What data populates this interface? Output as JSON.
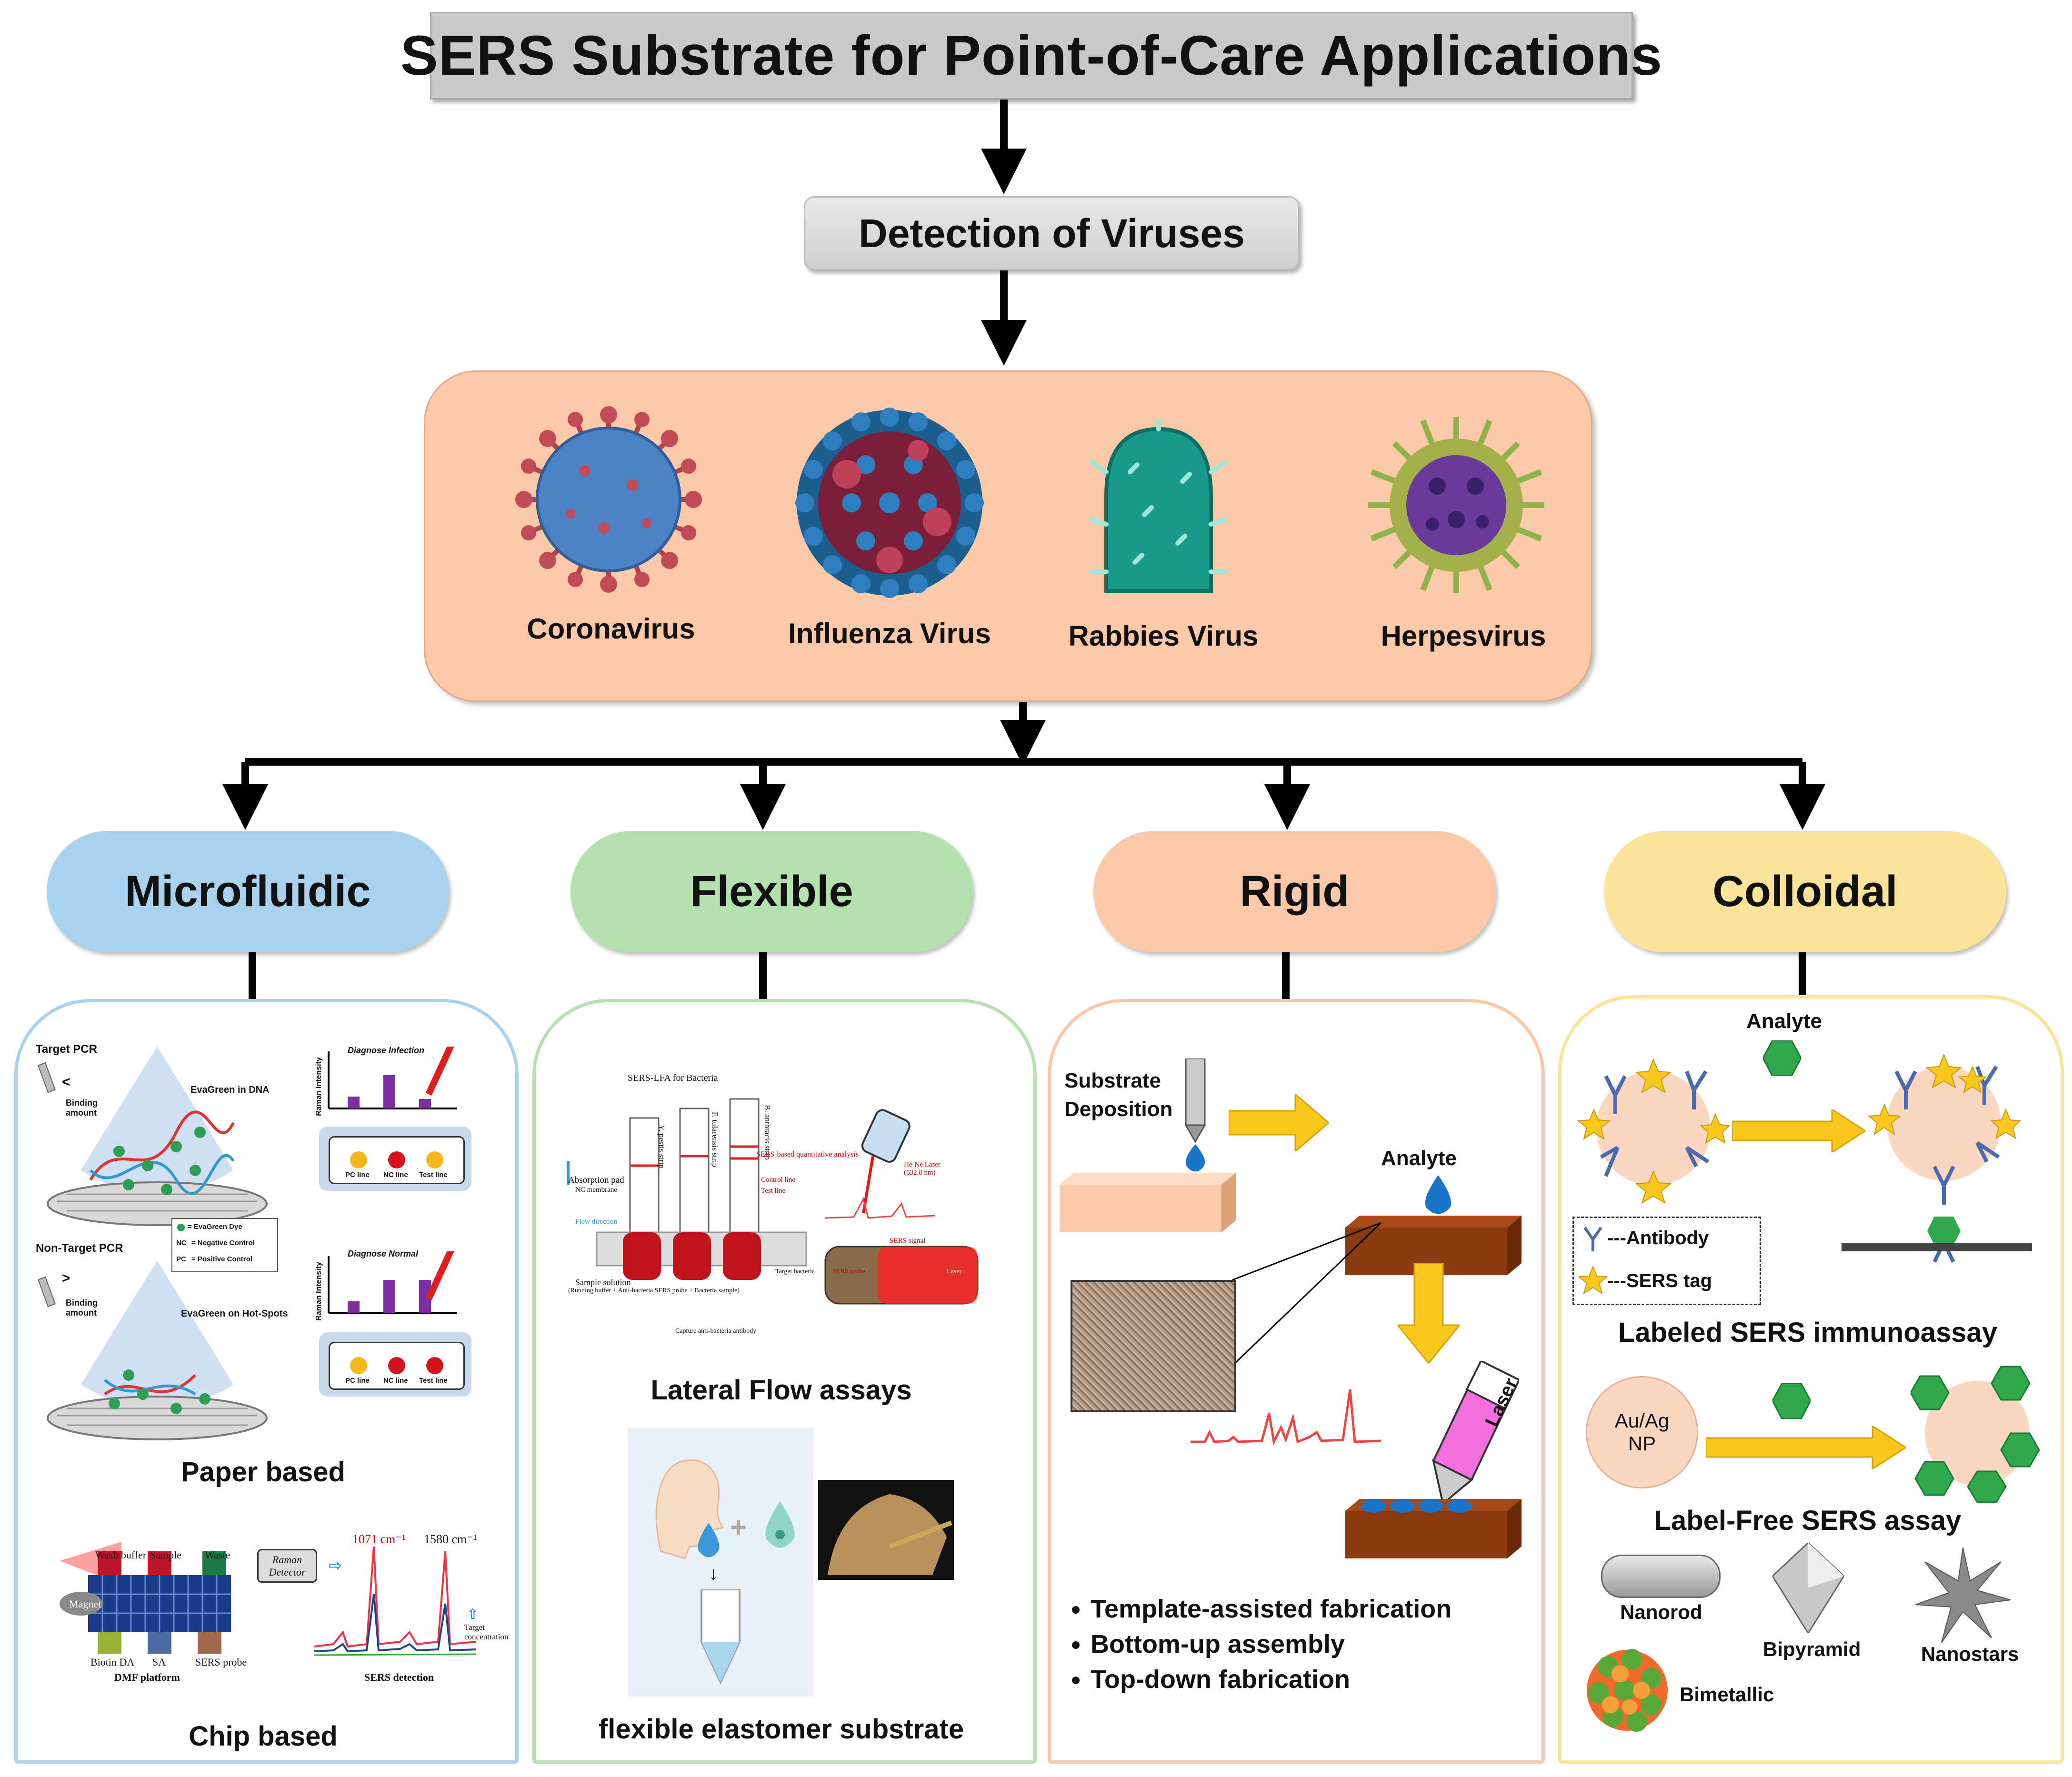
{
  "title": "SERS Substrate for Point-of-Care Applications",
  "subtitle": "Detection of Viruses",
  "viruses": [
    {
      "label": "Coronavirus"
    },
    {
      "label": "Influenza Virus"
    },
    {
      "label": "Rabbies Virus"
    },
    {
      "label": "Herpesvirus"
    }
  ],
  "categories": [
    {
      "label": "Microfluidic",
      "color": "#a9d2ef"
    },
    {
      "label": "Flexible",
      "color": "#b5e0b0"
    },
    {
      "label": "Rigid",
      "color": "#fbc9a8"
    },
    {
      "label": "Colloidal",
      "color": "#fbe39a"
    }
  ],
  "microfluidic": {
    "paper_label": "Paper based",
    "chip_label": "Chip based",
    "target_pcr": "Target PCR",
    "non_target_pcr": "Non-Target PCR",
    "binding_amount": "Binding amount",
    "evagreen_dna": "EvaGreen in DNA",
    "evagreen_hotspots": "EvaGreen on Hot-Spots",
    "legend_dye": "= EvaGreen Dye",
    "legend_nc": "= Negative Control",
    "legend_pc": "= Positive Control",
    "nc": "NC",
    "pc": "PC",
    "diagnose_infection": "Diagnose Infection",
    "diagnose_normal": "Diagnose Normal",
    "raman_intensity": "Raman Intensity",
    "laser": "Laser",
    "pc_line": "PC line",
    "nc_line": "NC line",
    "test_line": "Test line",
    "wash_buffer": "Wash buffer",
    "sample": "Sample",
    "waste": "Waste",
    "magnet": "Magnet",
    "biotin_da": "Biotin DA",
    "sa": "SA",
    "sers_probe": "SERS probe",
    "dmf_platform": "DMF platform",
    "raman_detector": "Raman Detector",
    "peak1": "1071 cm⁻¹",
    "peak2": "1580 cm⁻¹",
    "target_concentration": "Target concentration",
    "sers_detection": "SERS detection"
  },
  "flexible": {
    "lfa_label": "Lateral Flow assays",
    "elastomer_label": "flexible elastomer substrate",
    "sers_lfa": "SERS-LFA for Bacteria",
    "absorption_pad": "Absorption pad",
    "nc_membrane": "NC membrane",
    "flow_direction": "Flow direction",
    "control_line": "Control line",
    "test_line": "Test line",
    "sers_quant": "SERS-based quantitative analysis",
    "laser_name": "He-Ne Laser (632.8 nm)",
    "sers_signal": "SERS signal",
    "target_bacteria": "Target bacteria",
    "sers_probe": "SERS probe",
    "laser": "Laser",
    "sample_solution": "Sample solution",
    "sample_note": "(Running buffer + Anti-bacteria SERS probe + Bacteria sample)",
    "capture_antibody": "Capture anti-bacteria antibody",
    "strip1": "Y. pestis strip",
    "strip2": "F. tularensis strip",
    "strip3": "B. anthracis strip"
  },
  "rigid": {
    "substrate_deposition": "Substrate Deposition",
    "analyte": "Analyte",
    "laser": "Laser",
    "bullets": [
      "Template-assisted fabrication",
      "Bottom-up assembly",
      "Top-down fabrication"
    ]
  },
  "colloidal": {
    "analyte": "Analyte",
    "antibody_legend": "---Antibody",
    "sers_tag_legend": "---SERS tag",
    "labeled_label": "Labeled SERS immunoassay",
    "np_label": "Au/Ag NP",
    "label_free_label": "Label-Free SERS assay",
    "nanorod": "Nanorod",
    "bipyramid": "Bipyramid",
    "nanostars": "Nanostars",
    "bimetallic": "Bimetallic"
  }
}
